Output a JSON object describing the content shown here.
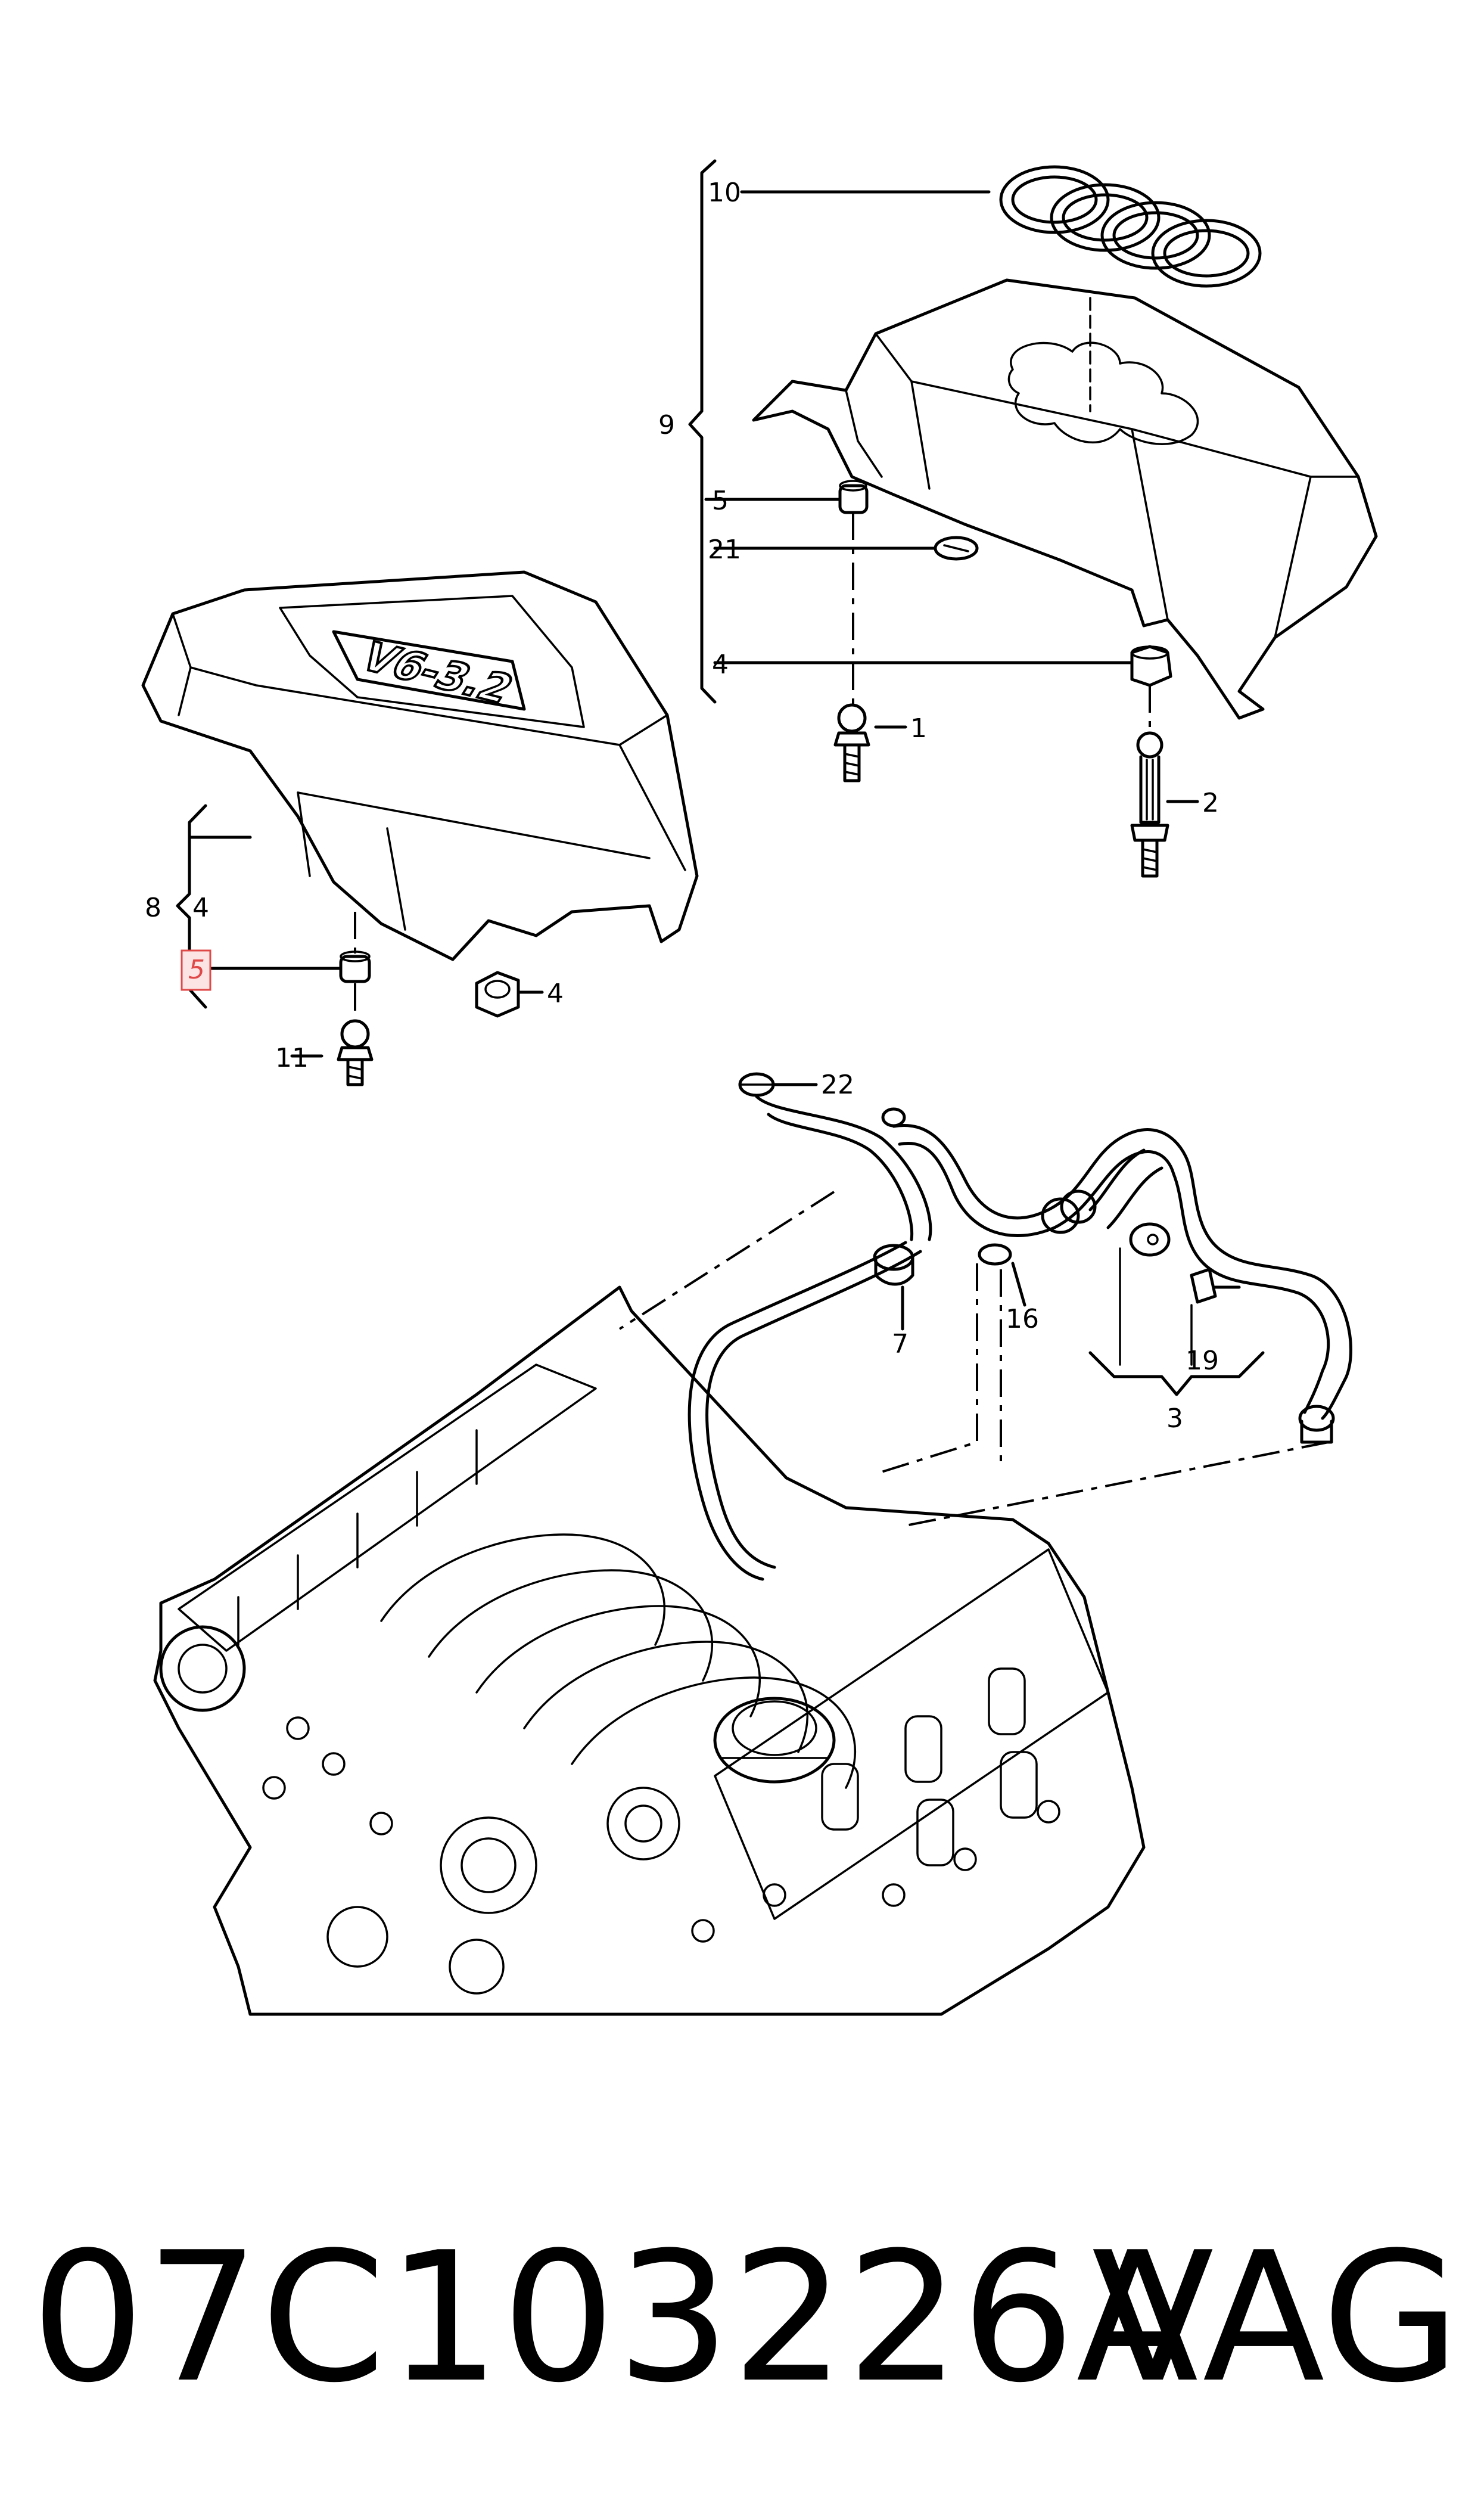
{
  "callouts": {
    "c1": "1",
    "c2": "2",
    "c3": "3",
    "c4a": "4",
    "c4b": "4",
    "c4c": "4",
    "c5a": "5",
    "c5b": "5",
    "c7": "7",
    "c8": "8",
    "c9": "9",
    "c10": "10",
    "c11": "11",
    "c16": "16",
    "c19": "19",
    "c21": "21",
    "c22": "22"
  },
  "logo": {
    "cover_badge": "V6-3.2"
  },
  "footer": {
    "part_number": "07C103226A",
    "brand": "VAG"
  },
  "colors": {
    "line": "#000000",
    "highlight_fill": "#fde4e4",
    "highlight_border": "#e04848",
    "background": "#ffffff"
  }
}
